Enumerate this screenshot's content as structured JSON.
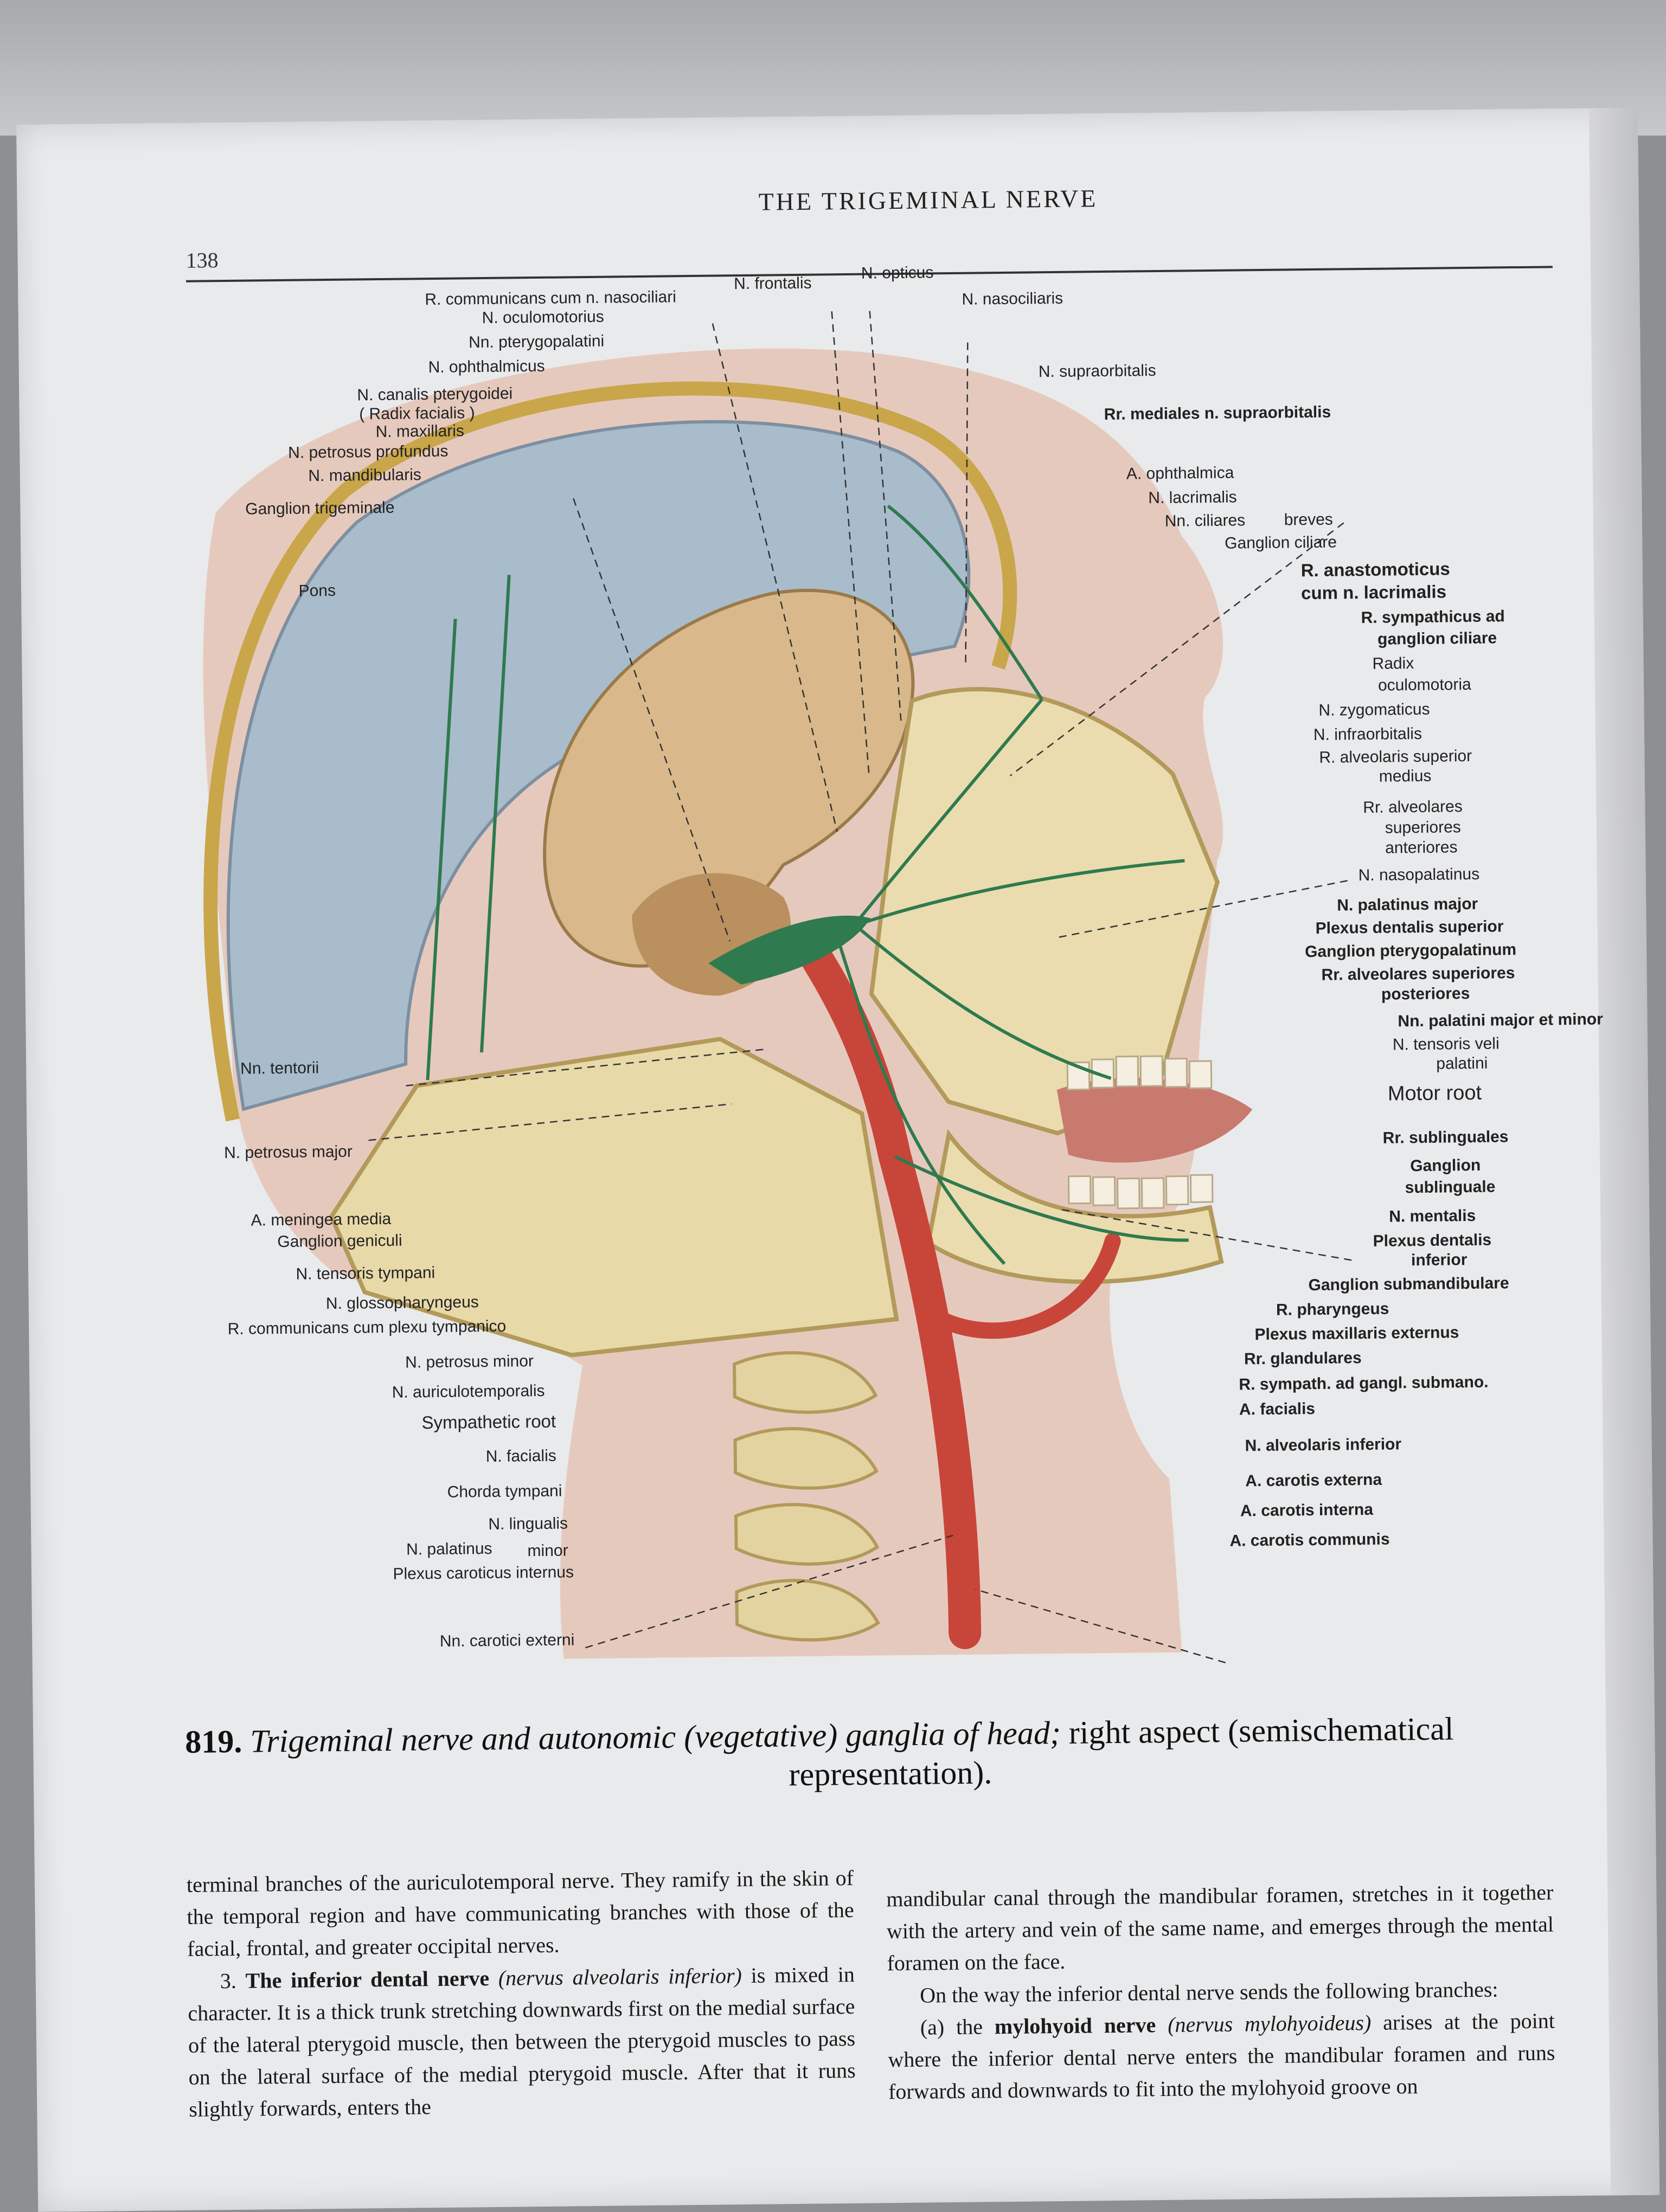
{
  "running_head": "THE TRIGEMINAL NERVE",
  "page_number": "138",
  "figure": {
    "labels_top": [
      "R. communicans cum n. nasociliari",
      "N. frontalis",
      "N. opticus",
      "N. nasociliaris"
    ],
    "labels_left": [
      "N. oculomotorius",
      "Nn. pterygopalatini",
      "N. ophthalmicus",
      "N. canalis pterygoidei",
      "( Radix facialis )",
      "N. maxillaris",
      "N. petrosus profundus",
      "N. mandibularis",
      "Ganglion trigeminale",
      "Pons",
      "Nn. tentorii",
      "N. petrosus major",
      "A. meningea media",
      "Ganglion geniculi",
      "N. tensoris tympani",
      "N. glossopharyngeus",
      "R. communicans cum plexu tympanico",
      "N. petrosus minor",
      "N. auriculotemporalis",
      "Sympathetic root",
      "N. facialis",
      "Chorda tympani",
      "N. lingualis",
      "N. palatinus",
      "minor",
      "Plexus caroticus internus",
      "Nn. carotici externi"
    ],
    "labels_right": [
      "N. supraorbitalis",
      "Rr. mediales n. supraorbitalis",
      "A. ophthalmica",
      "N. lacrimalis",
      "Nn. ciliares",
      "breves",
      "Ganglion ciliare",
      "R. anastomoticus",
      "cum n. lacrimalis",
      "R. sympathicus ad",
      "ganglion ciliare",
      "Radix",
      "oculomotoria",
      "N. zygomaticus",
      "N. infraorbitalis",
      "R. alveolaris superior",
      "medius",
      "Rr. alveolares",
      "superiores",
      "anteriores",
      "N. nasopalatinus",
      "N. palatinus major",
      "Plexus dentalis superior",
      "Ganglion pterygopalatinum",
      "Rr. alveolares superiores",
      "posteriores",
      "Nn. palatini major et minor",
      "N. tensoris veli",
      "palatini",
      "Motor root",
      "Rr. sublinguales",
      "Ganglion",
      "sublinguale",
      "N. mentalis",
      "Plexus dentalis",
      "inferior",
      "Ganglion submandibulare",
      "R. pharyngeus",
      "Plexus maxillaris externus",
      "Rr. glandulares",
      "R. sympath. ad gangl. submano.",
      "A. facialis",
      "N. alveolaris inferior",
      "A. carotis externa",
      "A. carotis interna",
      "A. carotis communis"
    ]
  },
  "caption": {
    "number": "819.",
    "italic": "Trigeminal nerve and autonomic (vegetative) ganglia of head;",
    "rest": "right aspect (semischematical",
    "line2": "representation)."
  },
  "body": {
    "left_p1": "terminal branches of the auriculotemporal nerve. They ramify in the skin of the temporal region and have communicating branches with those of the facial, frontal, and greater occipital nerves.",
    "left_p2_lead": "3. ",
    "left_p2_bold": "The inferior dental nerve",
    "left_p2_italic": "(nervus alveolaris inferior)",
    "left_p2_rest": "is mixed in character. It is a thick trunk stretching downwards first on the medial surface of the lateral pterygoid muscle, then between the pterygoid muscles to pass on the lateral surface of the medial pterygoid muscle. After that it runs slightly forwards, enters the",
    "right_p1": "mandibular canal through the mandibular foramen, stretches in it together with the artery and vein of the same name, and emerges through the mental foramen on the face.",
    "right_p2": "On the way the inferior dental nerve sends the following branches:",
    "right_p3_lead": "(a) the ",
    "right_p3_bold": "mylohyoid nerve",
    "right_p3_italic": "(nervus mylohyoideus)",
    "right_p3_rest": "arises at the point where the inferior dental nerve enters the mandibular foramen and runs forwards and downwards to fit into the mylohyoid groove on"
  },
  "colors": {
    "nerve_green": "#2f7a4f",
    "artery_red": "#c8453a",
    "bone": "#e8d9a8",
    "skin": "#e6c9bd",
    "dura_blue": "#a9bccb"
  }
}
